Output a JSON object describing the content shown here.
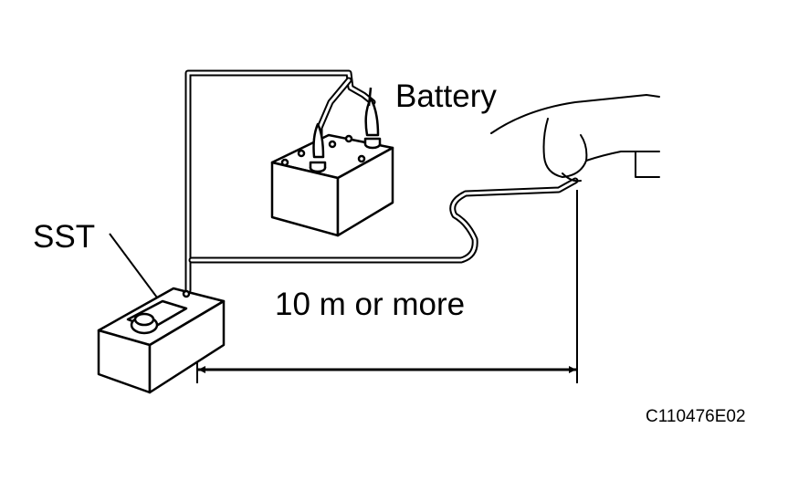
{
  "labels": {
    "battery": "Battery",
    "sst": "SST",
    "distance": "10 m or more",
    "figure_code": "C110476E02"
  },
  "colors": {
    "ink": "#000000",
    "paper": "#ffffff"
  }
}
